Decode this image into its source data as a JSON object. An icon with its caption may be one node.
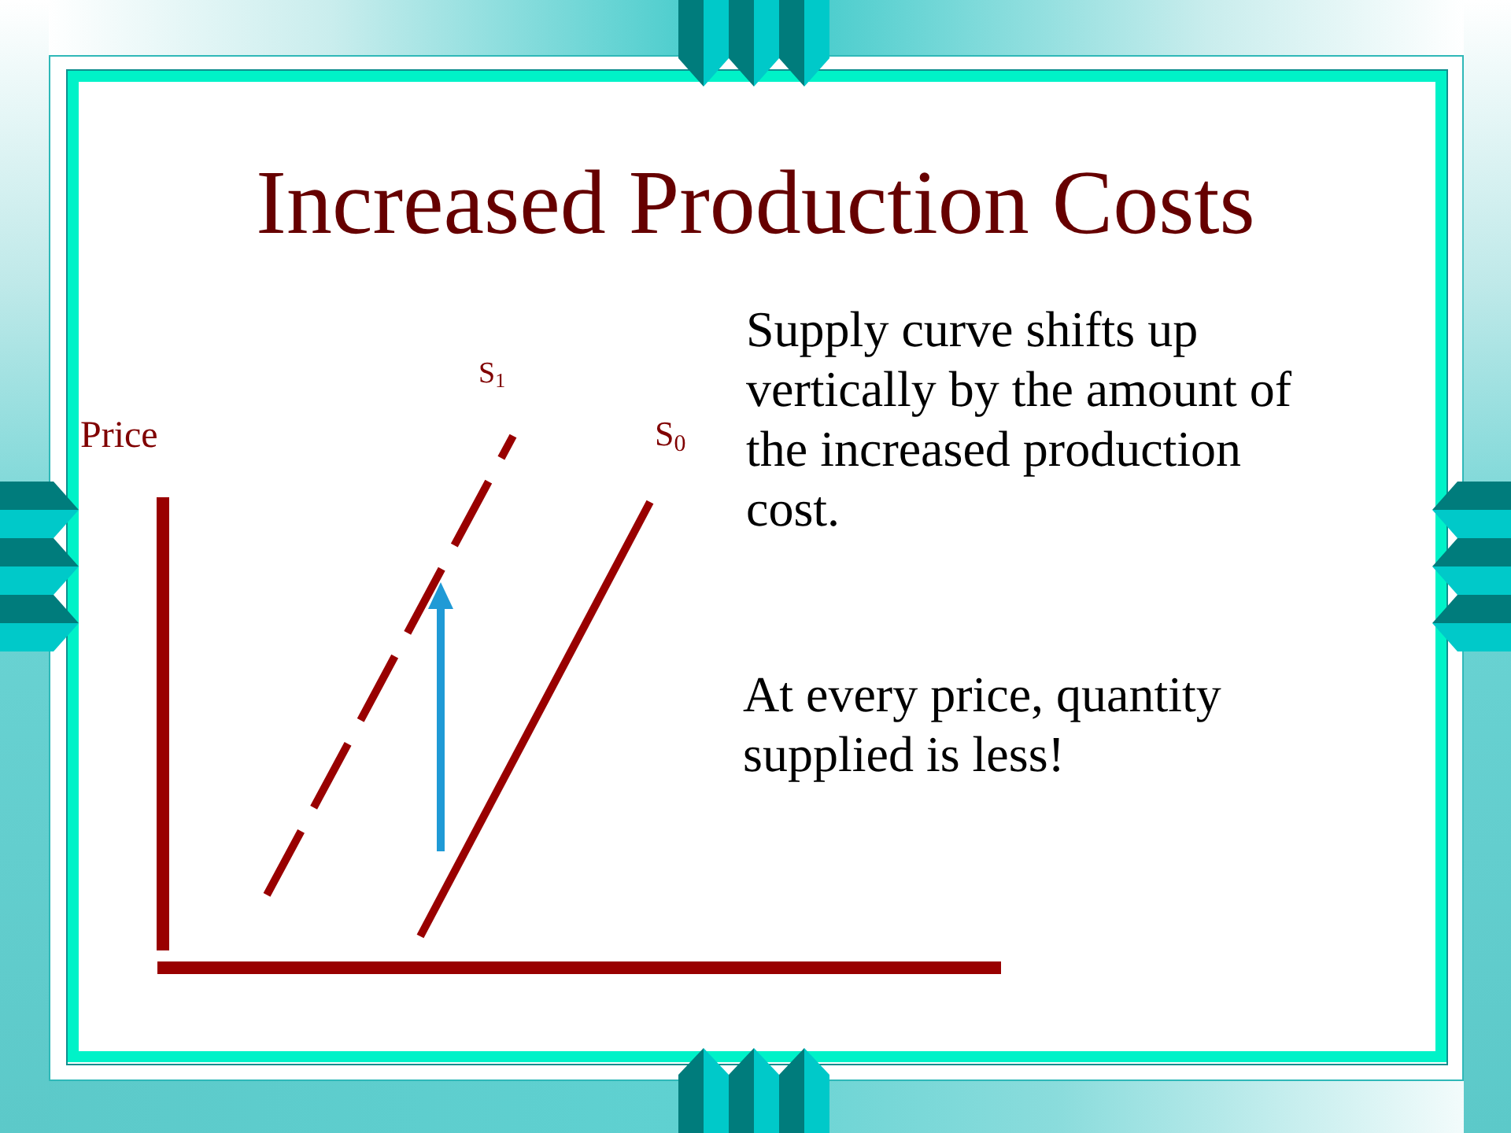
{
  "diagram": {
    "title": "Increased Production Costs",
    "labels": [
      "Supply curve shifts up vertically by the amount of the increased production cost.",
      "S$_{1}$",
      "Price",
      "S$_{0}$",
      "At every price, quantity supplied is less!"
    ]
  }
}
